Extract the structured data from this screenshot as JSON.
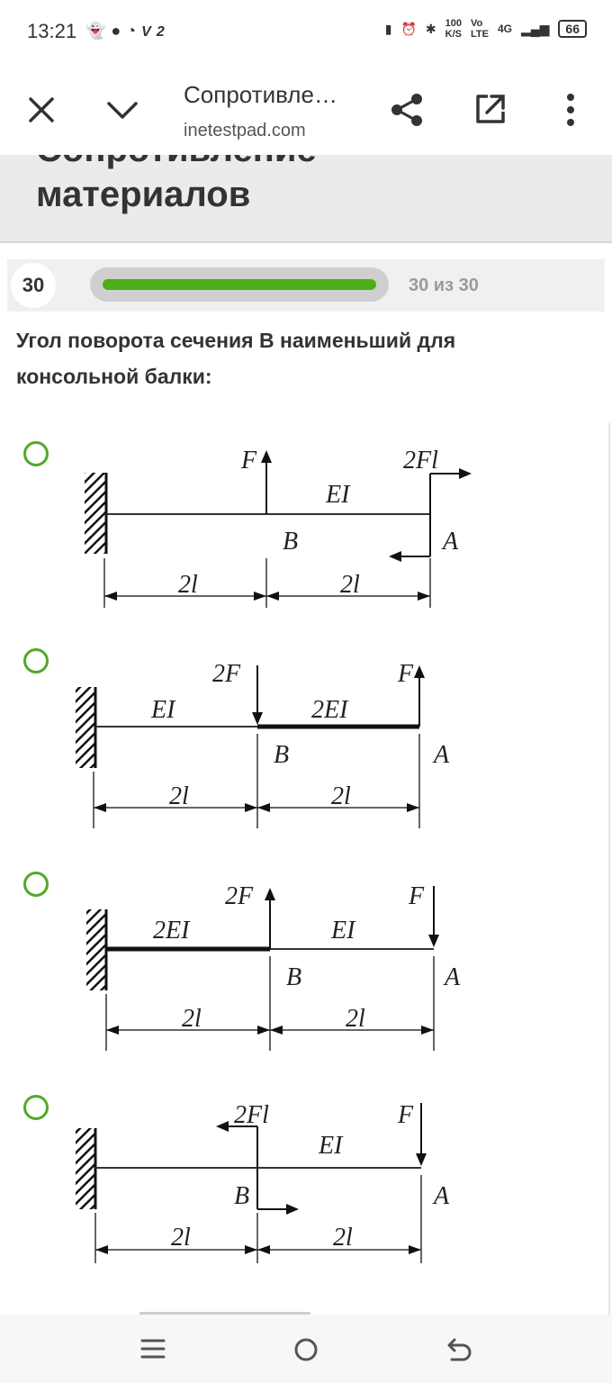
{
  "status_bar": {
    "time": "13:21",
    "left_icons": [
      "snapchat-icon",
      "chat-icon",
      "wifi-icon"
    ],
    "left_extra": "V2",
    "net_speed_top": "100",
    "net_speed_bottom": "K/S",
    "volte_top": "Vo",
    "volte_bottom": "LTE",
    "network": "4G",
    "battery": "66"
  },
  "browser": {
    "title": "Сопротивле…",
    "url": "inetestpad.com"
  },
  "page": {
    "header_cut": "Сопротивление",
    "header_title": "материалов"
  },
  "progress": {
    "number": "30",
    "current": 30,
    "total": 30,
    "label": "30 из 30"
  },
  "question": {
    "text": "Угол поворота сечения B наименьший для консольной балки:"
  },
  "options": [
    {
      "labels": {
        "f1": "F",
        "f2": "2Fl",
        "ei": "EI",
        "b": "B",
        "a": "A",
        "d1": "2l",
        "d2": "2l"
      }
    },
    {
      "labels": {
        "f1": "2F",
        "f2": "F",
        "ei1": "EI",
        "ei2": "2EI",
        "b": "B",
        "a": "A",
        "d1": "2l",
        "d2": "2l"
      }
    },
    {
      "labels": {
        "f1": "2F",
        "f2": "F",
        "ei1": "2EI",
        "ei2": "EI",
        "b": "B",
        "a": "A",
        "d1": "2l",
        "d2": "2l"
      }
    },
    {
      "labels": {
        "f1": "2Fl",
        "f2": "F",
        "ei": "EI",
        "b": "B",
        "a": "A",
        "d1": "2l",
        "d2": "2l"
      }
    }
  ],
  "colors": {
    "accent": "#52a92a",
    "progress_fill": "#4caf16"
  }
}
